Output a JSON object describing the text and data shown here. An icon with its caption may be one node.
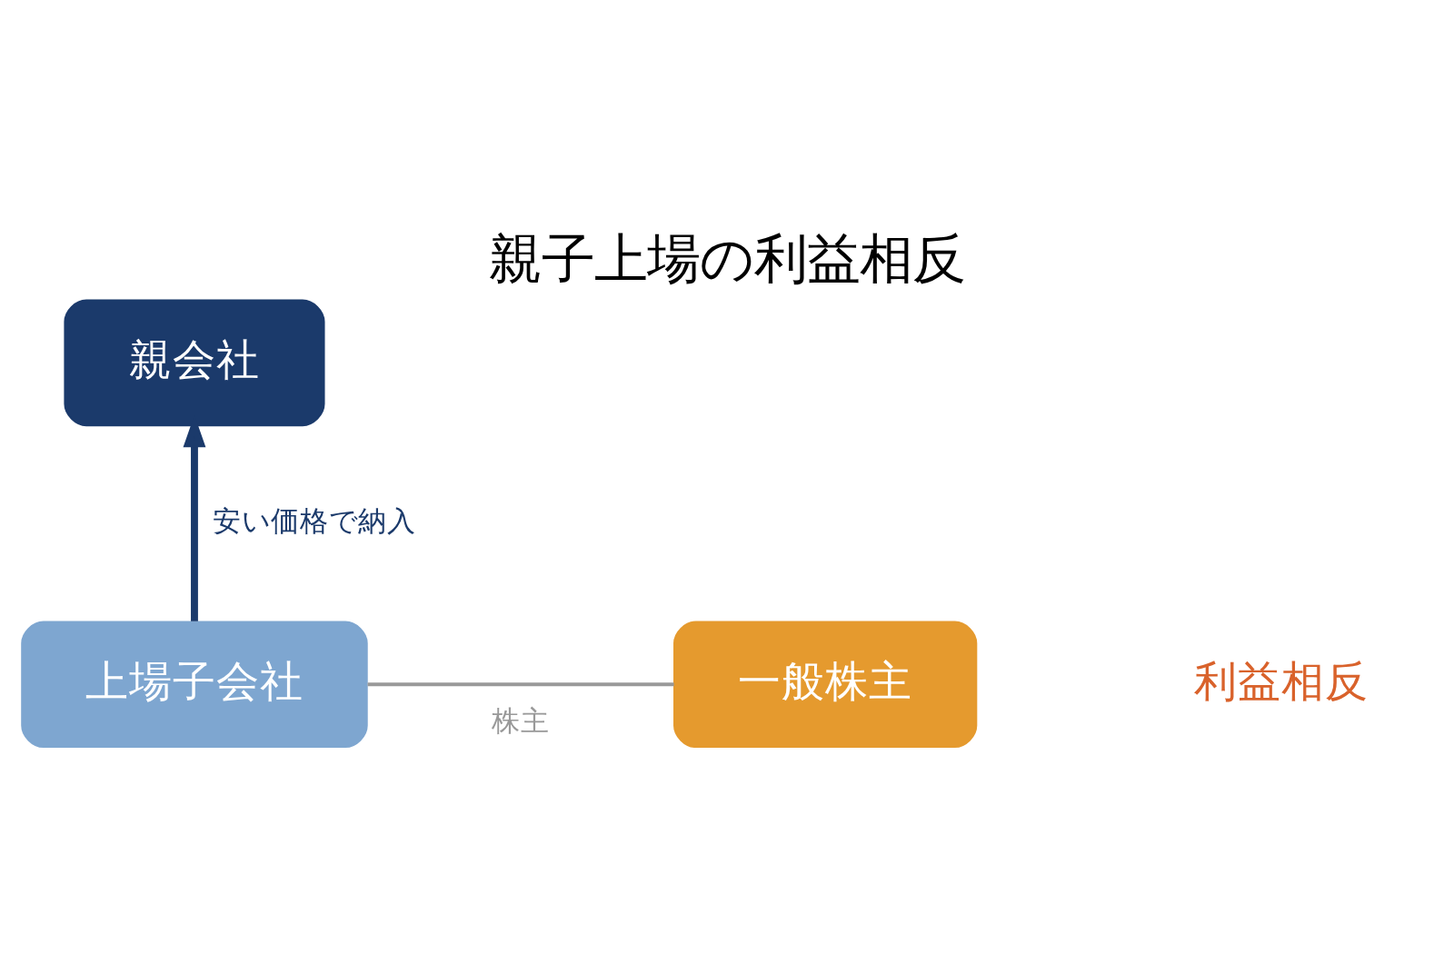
{
  "diagram": {
    "title": "親子上場の利益相反",
    "nodes": [
      {
        "text": [
          "親会社"
        ]
      },
      {
        "text": [
          "上場子会社"
        ]
      },
      {
        "text": [
          "一般株主"
        ]
      }
    ],
    "edges": [
      {
        "from": 1,
        "to": 0,
        "arrow": "to",
        "label": "安い価格で納入",
        "style": "thick",
        "color": "#1b3a6b"
      },
      {
        "from": 1,
        "to": 2,
        "arrow": "none",
        "label": "株主",
        "color": "#999999"
      }
    ],
    "labels": [
      "利益相反"
    ]
  }
}
